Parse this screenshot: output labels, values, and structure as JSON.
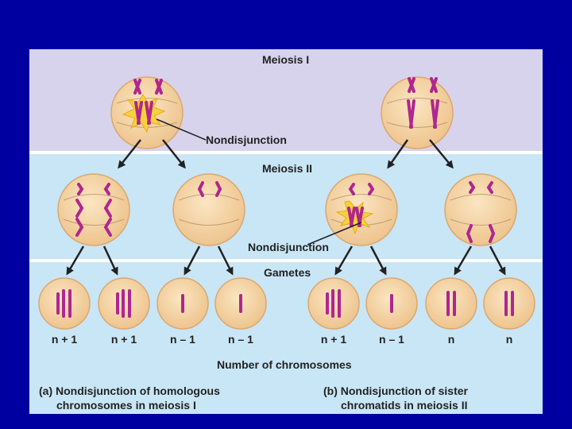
{
  "stages": {
    "meiosis1": "Meiosis I",
    "meiosis2": "Meiosis II",
    "gametes": "Gametes"
  },
  "labels": {
    "nondisjunction_a": "Nondisjunction",
    "nondisjunction_b": "Nondisjunction",
    "axis": "Number of chromosomes"
  },
  "gametes": [
    "n + 1",
    "n + 1",
    "n – 1",
    "n – 1",
    "n + 1",
    "n – 1",
    "n",
    "n"
  ],
  "captions": {
    "a_line1": "(a) Nondisjunction of homologous",
    "a_line2": "chromosomes in meiosis I",
    "b_line1": "(b) Nondisjunction of sister",
    "b_line2": "chromatids in meiosis II"
  },
  "colors": {
    "background": "#0000a0",
    "band_meiosis1": "#d8d3ec",
    "band_meiosis2": "#c9e6f6",
    "cell_fill": "#f5d8a8",
    "chromosome": "#b0268f",
    "burst": "#f8d23a"
  }
}
